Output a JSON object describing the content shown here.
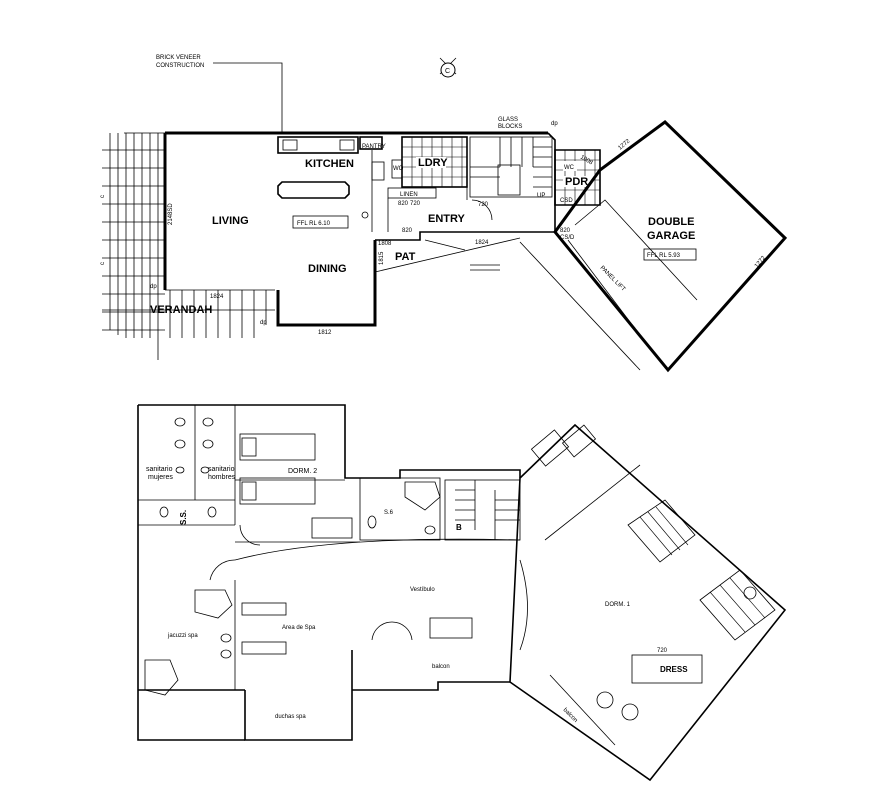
{
  "upper_plan": {
    "note_construction": [
      "BRICK VENEER",
      "CONSTRUCTION"
    ],
    "north_marker": "C",
    "rooms": {
      "kitchen": "KITCHEN",
      "pantry": "PANTRY",
      "living": "LIVING",
      "dining": "DINING",
      "entry": "ENTRY",
      "laundry": "LDRY",
      "linen": "LINEN",
      "pat": "PAT",
      "verandah": "VERANDAH",
      "pdr": "PDR",
      "garage": [
        "DOUBLE",
        "GARAGE"
      ],
      "wc": "WC",
      "panel_lift": "PANEL LIFT",
      "glass_blocks": [
        "GLASS",
        "BLOCKS"
      ]
    },
    "levels": {
      "ffl_main": "FFL RL 6.10",
      "ffl_garage": "FFL RL 5.93"
    },
    "dimensions": {
      "d2148": "2148SD",
      "d820a": "820",
      "d720a": "720",
      "d720b": "720",
      "d1808": "1808",
      "d1815": "1815",
      "d1824": "1824",
      "d1812": "1812",
      "d820b": "820",
      "d1008": "1008",
      "d1272a": "1272",
      "d1272b": "1272",
      "d1824b": "1824",
      "up": "UP",
      "dp1": "dp",
      "dp2": "dp",
      "dp3": "dp",
      "csd": "CS/D",
      "csd2": "CSD",
      "wo": "WO"
    }
  },
  "lower_plan": {
    "rooms": {
      "sanitario_mujeres": [
        "sanitario",
        "mujeres"
      ],
      "sanitario_hombres": [
        "sanitario",
        "hombres"
      ],
      "ss": "S.S.",
      "dorm2": "DORM. 2",
      "s6": "S.6",
      "b": "B",
      "vestibulo": "Vestíbulo",
      "jacuzzi": "jacuzzi spa",
      "area_spa": "Area de Spa",
      "balcon": "balcon",
      "duchas": "duchas spa",
      "dorm1": "DORM. 1",
      "dress": "DRESS",
      "d720": "720",
      "balcon2": "balcon"
    }
  }
}
